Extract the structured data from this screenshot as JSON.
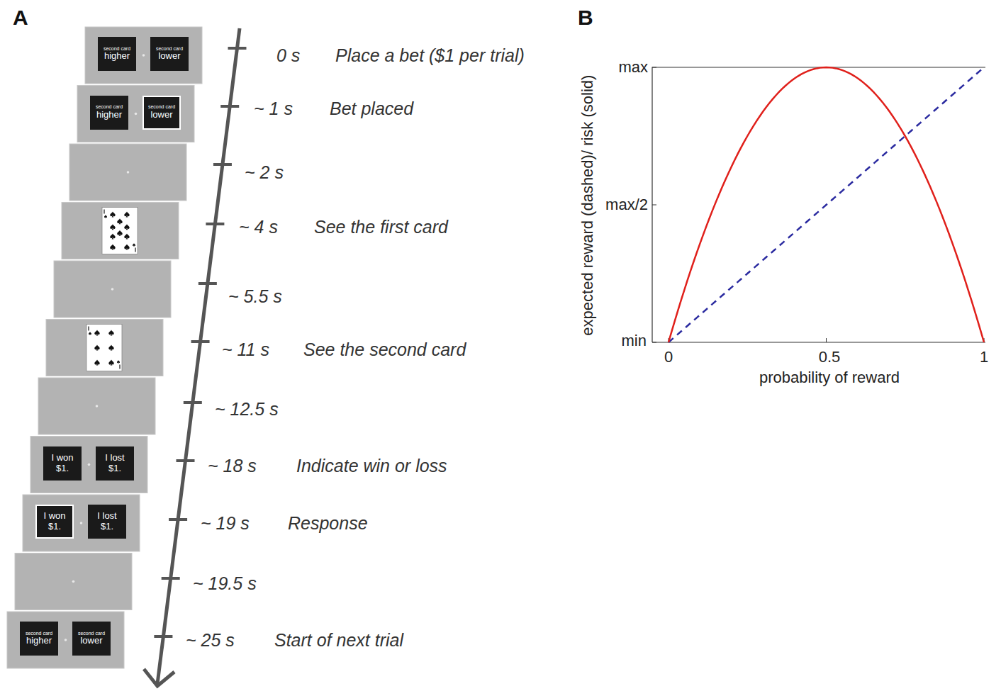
{
  "diagram": {
    "nodes": [
      {
        "text": [
          "second card",
          "higher"
        ]
      },
      {
        "text": [
          "second card",
          "lower"
        ]
      },
      {
        "text": [
          "second card",
          "higher"
        ]
      },
      {
        "text": [
          "second card",
          "lower"
        ]
      },
      {
        "text": [
          "I won $1."
        ]
      },
      {
        "text": [
          "I lost $1."
        ]
      },
      {
        "text": [
          "I won $1."
        ]
      },
      {
        "text": [
          "I lost $1."
        ]
      },
      {
        "text": [
          "second card",
          "higher"
        ]
      },
      {
        "text": [
          "second card",
          "lower"
        ]
      }
    ],
    "labels": [
      "A",
      "0 s",
      "Place a bet ($1 per trial)",
      "~ 1 s",
      "Bet placed",
      "~ 2 s",
      "~ 4 s",
      "See the first card",
      "~ 5.5 s",
      "~ 11 s",
      "See the second card",
      "~ 12.5 s",
      "~ 18 s",
      "Indicate win or loss",
      "~ 19 s",
      "Response",
      "~ 19.5 s",
      "~ 25 s",
      "Start of next trial",
      "B",
      "max",
      "max/2",
      "min",
      "0",
      "0.5",
      "1",
      "probability of reward",
      "expected reward (dashed)/ risk (solid)"
    ]
  }
}
